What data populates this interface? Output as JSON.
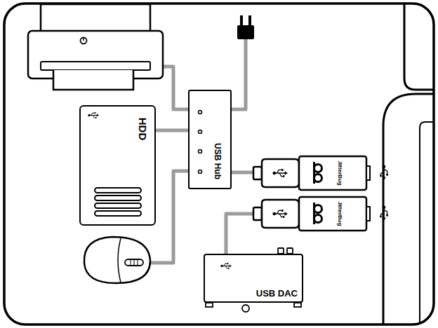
{
  "diagram": {
    "nodes": [
      {
        "text": [
          "HDD"
        ]
      },
      {
        "text": [
          "USB Hub"
        ]
      },
      {
        "text": [
          "JitterBug"
        ]
      },
      {
        "text": [
          "JitterBug"
        ]
      },
      {
        "text": [
          "USB DAC"
        ]
      }
    ],
    "edges": [
      {
        "from": 0,
        "to": 1,
        "arrow": "none"
      },
      {
        "from": 1,
        "to": 2,
        "arrow": "none"
      },
      {
        "from": 4,
        "to": 3,
        "arrow": "none"
      }
    ]
  }
}
